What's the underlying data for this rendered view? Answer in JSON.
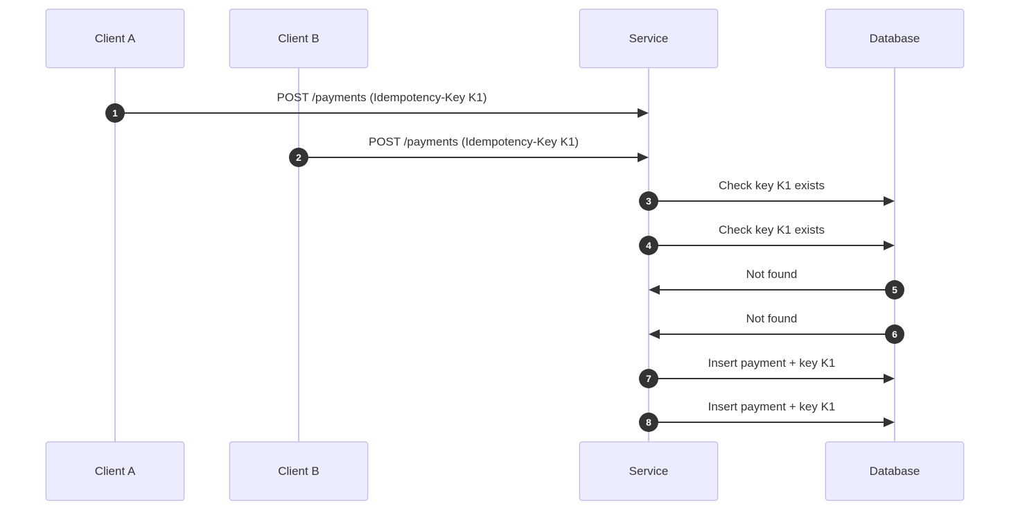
{
  "diagram": {
    "type": "sequence-diagram",
    "background": "#ffffff",
    "colors": {
      "actor_fill": "#ECECFF",
      "actor_border": "#c3bbea",
      "lifeline": "#c9c2ee",
      "arrow": "#333333",
      "message_text": "#333333",
      "badge_fill": "#333333",
      "badge_text": "#ffffff"
    },
    "actors": [
      {
        "name": "Client A"
      },
      {
        "name": "Client B"
      },
      {
        "name": "Service"
      },
      {
        "name": "Database"
      }
    ],
    "messages": [
      {
        "number": 1,
        "from": "Client A",
        "to": "Service",
        "label": "POST /payments (Idempotency-Key K1)"
      },
      {
        "number": 2,
        "from": "Client B",
        "to": "Service",
        "label": "POST /payments (Idempotency-Key K1)"
      },
      {
        "number": 3,
        "from": "Service",
        "to": "Database",
        "label": "Check key K1 exists"
      },
      {
        "number": 4,
        "from": "Service",
        "to": "Database",
        "label": "Check key K1 exists"
      },
      {
        "number": 5,
        "from": "Database",
        "to": "Service",
        "label": "Not found"
      },
      {
        "number": 6,
        "from": "Database",
        "to": "Service",
        "label": "Not found"
      },
      {
        "number": 7,
        "from": "Service",
        "to": "Database",
        "label": "Insert payment + key K1"
      },
      {
        "number": 8,
        "from": "Service",
        "to": "Database",
        "label": "Insert payment + key K1"
      }
    ]
  }
}
